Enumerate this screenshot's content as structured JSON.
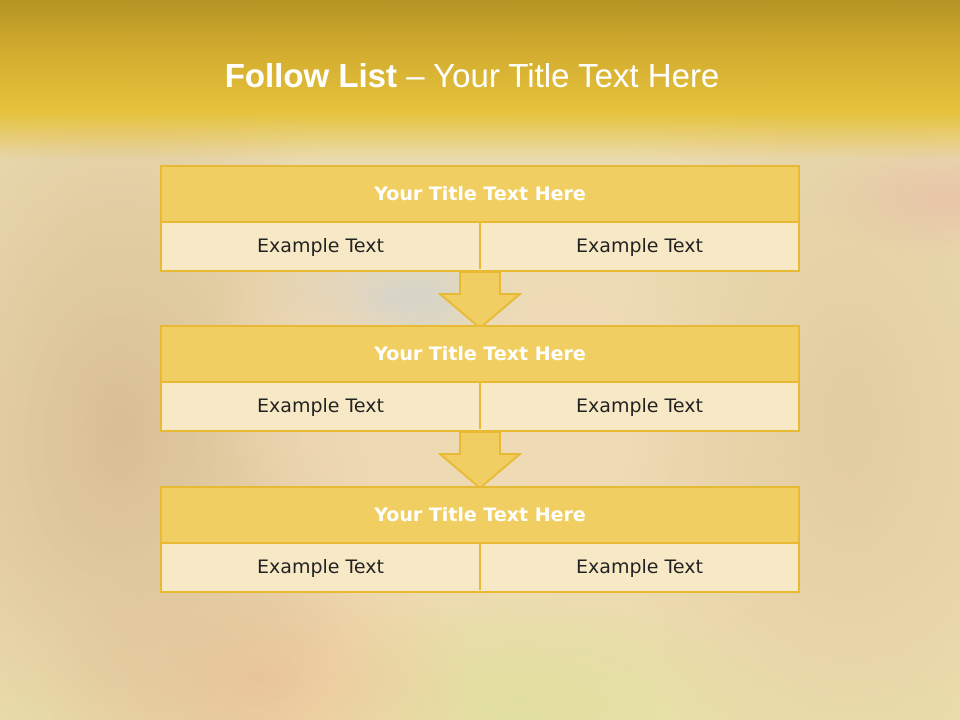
{
  "slide": {
    "title_strong": "Follow List",
    "title_rest": " – Your Title Text Here",
    "colors": {
      "band": "#d4ae30",
      "header_fill": "#f1ce61",
      "cell_fill": "#f8e9c6",
      "border": "#e8b933",
      "title_text": "#ffffff",
      "cell_text": "#222222"
    }
  },
  "blocks": [
    {
      "title": "Your Title Text Here",
      "cells": [
        "Example Text",
        "Example Text"
      ]
    },
    {
      "title": "Your Title Text Here",
      "cells": [
        "Example Text",
        "Example Text"
      ]
    },
    {
      "title": "Your Title Text Here",
      "cells": [
        "Example Text",
        "Example Text"
      ]
    }
  ],
  "connectors": [
    "down-arrow-icon",
    "down-arrow-icon"
  ]
}
